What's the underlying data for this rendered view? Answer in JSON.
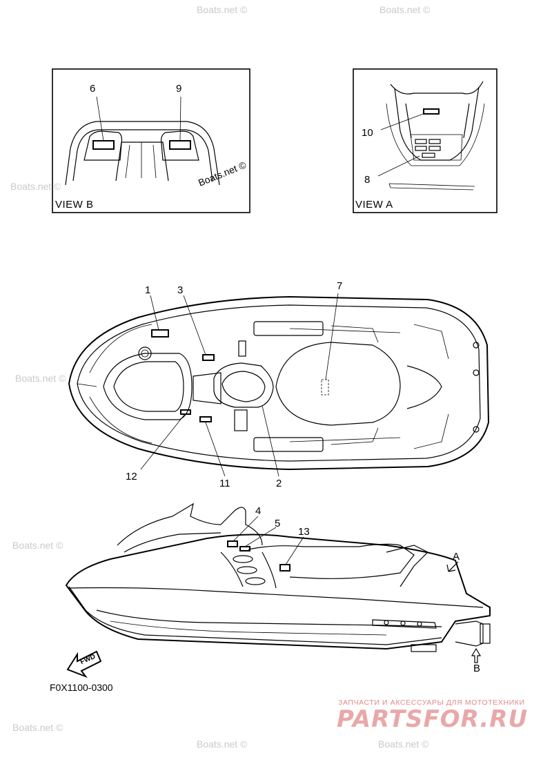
{
  "watermark_text": "Boats.net ©",
  "stamp_text": "Boats.net ©",
  "view_b": {
    "label": "VIEW B",
    "callouts": [
      "6",
      "9"
    ]
  },
  "view_a": {
    "label": "VIEW A",
    "callouts": [
      "10",
      "8"
    ]
  },
  "top_view": {
    "callouts": [
      "1",
      "3",
      "7",
      "12",
      "11",
      "2"
    ]
  },
  "side_view": {
    "callouts": [
      "4",
      "5",
      "13"
    ],
    "arrow_a": "A",
    "arrow_b": "B",
    "fwd": "FWD"
  },
  "figure_code": "F0X1100-0300",
  "brand": {
    "tagline": "ЗАПЧАСТИ И АКСЕССУАРЫ ДЛЯ МОТОТЕХНИКИ",
    "logo": "PARTSFOR.RU",
    "color": "#e9a8a8"
  }
}
